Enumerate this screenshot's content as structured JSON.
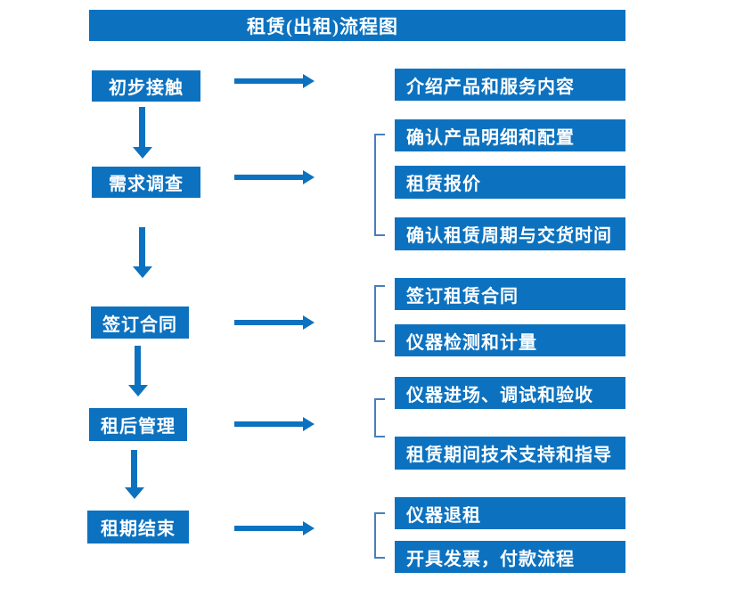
{
  "title": "租赁(出租)流程图",
  "colors": {
    "primary_blue": "#0c72c0",
    "bracket_blue": "#4a7ebb",
    "text_white": "#ffffff"
  },
  "stages": [
    {
      "label": "初步接触",
      "outputs": [
        "介绍产品和服务内容"
      ]
    },
    {
      "label": "需求调查",
      "outputs": [
        "确认产品明细和配置",
        "租赁报价",
        "确认租赁周期与交货时间"
      ]
    },
    {
      "label": "签订合同",
      "outputs": [
        "签订租赁合同",
        "仪器检测和计量"
      ]
    },
    {
      "label": "租后管理",
      "outputs": [
        "仪器进场、调试和验收",
        "租赁期间技术支持和指导"
      ]
    },
    {
      "label": "租期结束",
      "outputs": [
        "仪器退租",
        "开具发票，付款流程"
      ]
    }
  ]
}
